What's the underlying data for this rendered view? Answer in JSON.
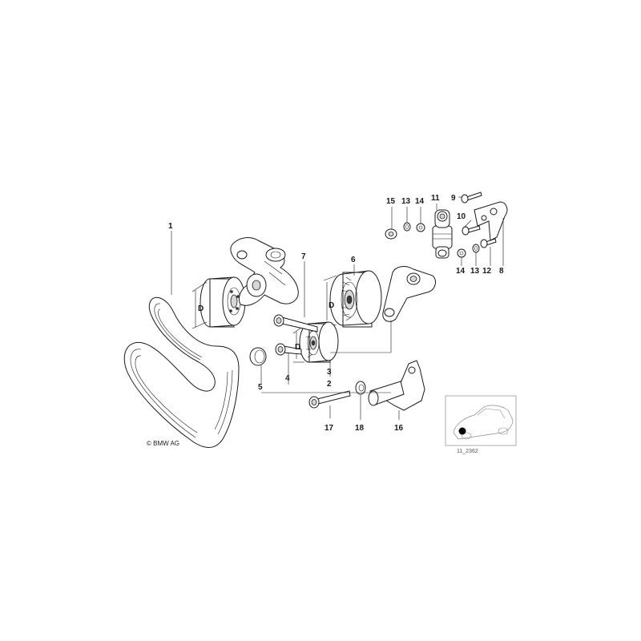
{
  "callouts": {
    "c1": "1",
    "c2": "2",
    "c3": "3",
    "c4": "4",
    "c5": "5",
    "c6": "6",
    "c7": "7",
    "c8": "8",
    "c9": "9",
    "c10": "10",
    "c11": "11",
    "c12": "12",
    "c13a": "13",
    "c13b": "13",
    "c14a": "14",
    "c14b": "14",
    "c15": "15",
    "c16": "16",
    "c17": "17",
    "c18": "18"
  },
  "dimensions": {
    "d1": "D",
    "d2": "D",
    "d3": "D"
  },
  "copyright": "© BMW AG",
  "thumbnail": {
    "code": "11_2362"
  }
}
